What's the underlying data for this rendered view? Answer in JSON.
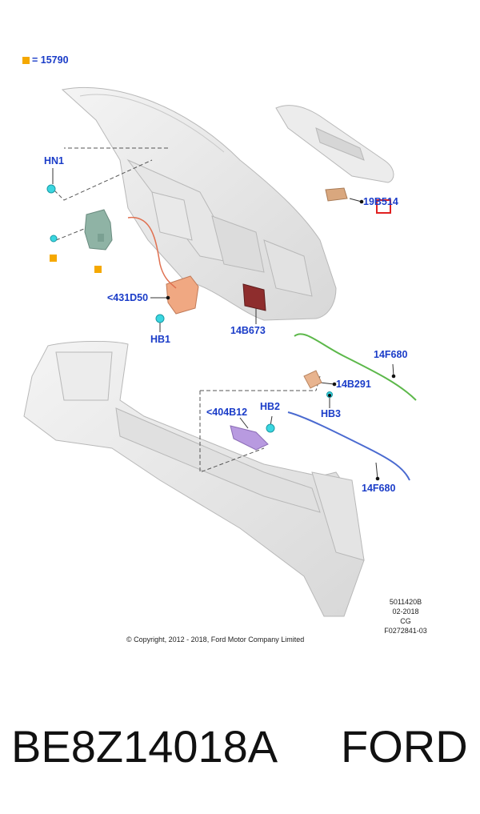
{
  "legend": {
    "marker_color": "#f5a800",
    "text": "= 15790"
  },
  "labels": {
    "hn1": "HN1",
    "p19b514": "19B514",
    "p431d50": "<431D50",
    "hb1": "HB1",
    "p14b673": "14B673",
    "p14f680_top": "14F680",
    "p14b291": "14B291",
    "hb3": "HB3",
    "p404b12": "<404B12",
    "hb2": "HB2",
    "p14f680_bottom": "14F680"
  },
  "meta": {
    "line1": "5011420B",
    "line2": "02-2018",
    "line3": "CG",
    "line4": "F0272841-03"
  },
  "copyright": "© Copyright, 2012 - 2018, Ford Motor Company Limited",
  "footer": {
    "part_number": "BE8Z14018A",
    "brand": "FORD"
  },
  "colors": {
    "label_blue": "#1a3cc8",
    "highlight_red": "#e02020",
    "cable_green": "#5cb84a",
    "cable_blue": "#4a6ad0",
    "clip_cyan": "#3ad6e0"
  }
}
